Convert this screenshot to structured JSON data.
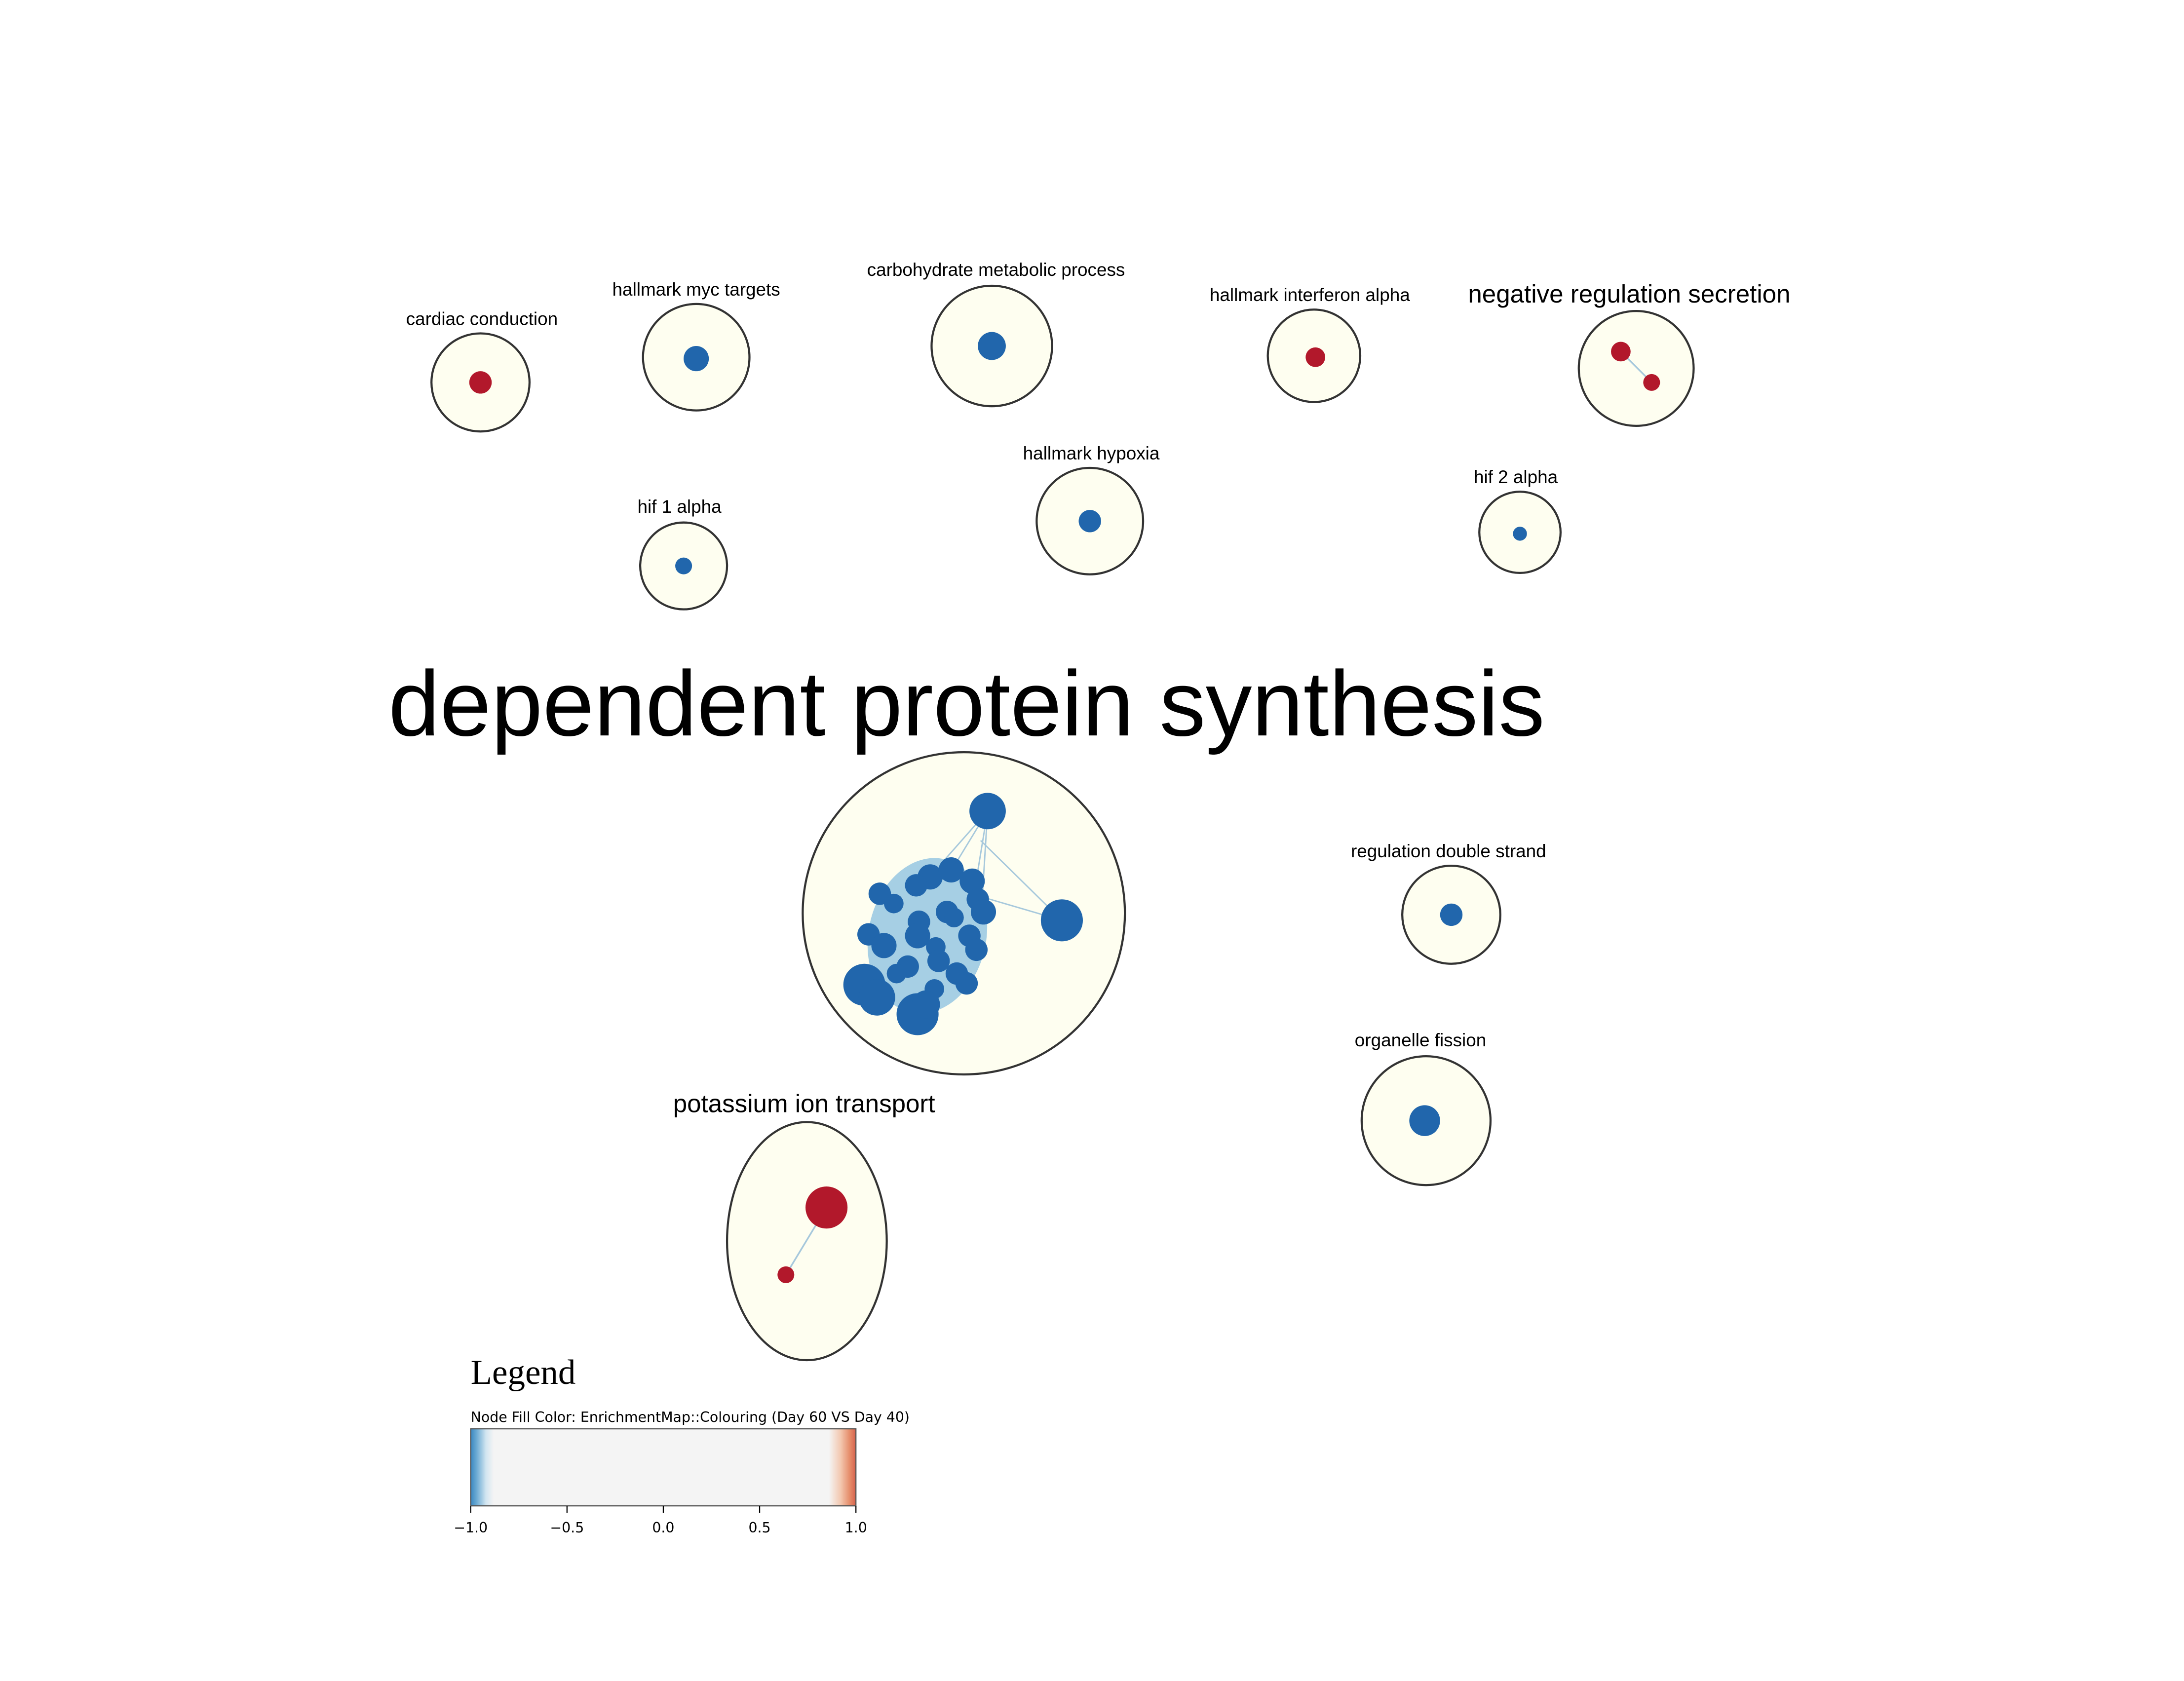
{
  "clusters": [
    {
      "label": "cardiac conduction",
      "nodes": [
        "red"
      ]
    },
    {
      "label": "hallmark myc targets",
      "nodes": [
        "blue"
      ]
    },
    {
      "label": "carbohydrate metabolic process",
      "nodes": [
        "blue"
      ]
    },
    {
      "label": "hallmark interferon alpha",
      "nodes": [
        "red"
      ]
    },
    {
      "label": "negative regulation secretion",
      "nodes": [
        "red",
        "red"
      ]
    },
    {
      "label": "hif 1 alpha",
      "nodes": [
        "blue"
      ]
    },
    {
      "label": "hallmark hypoxia",
      "nodes": [
        "blue"
      ]
    },
    {
      "label": "hif 2 alpha",
      "nodes": [
        "blue"
      ]
    },
    {
      "label": "dependent protein synthesis",
      "nodes": [
        "blue-cluster"
      ]
    },
    {
      "label": "regulation double strand",
      "nodes": [
        "blue"
      ]
    },
    {
      "label": "organelle fission",
      "nodes": [
        "blue"
      ]
    },
    {
      "label": "potassium ion transport",
      "nodes": [
        "red",
        "red"
      ]
    }
  ],
  "legend": {
    "title": "Legend",
    "subtitle": "Node Fill Color:  EnrichmentMap::Colouring (Day 60 VS Day 40)",
    "ticks": [
      "−1.0",
      "−0.5",
      "0.0",
      "0.5",
      "1.0"
    ]
  },
  "colors": {
    "up": "#b2182b",
    "down": "#2166ac",
    "cluster_fill": "#fefef0",
    "cluster_stroke": "#333333",
    "edge": "#a6c8dc",
    "blob": "#a6cfe4"
  }
}
